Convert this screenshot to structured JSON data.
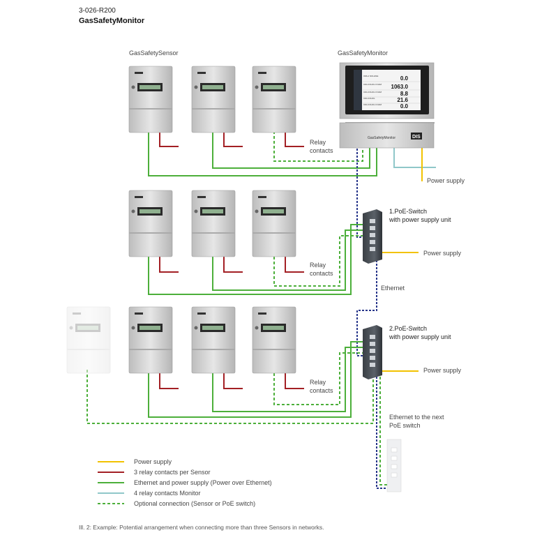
{
  "header": {
    "code": "3-026-R200",
    "title": "GasSafetyMonitor"
  },
  "labels": {
    "sensor_group": "GasSafetySensor",
    "monitor_group": "GasSafetyMonitor",
    "relay_line1": "Relay",
    "relay_line2": "contacts",
    "power_supply": "Power supply",
    "switch1_line1": "1.PoE-Switch",
    "switch1_line2": "with power supply unit",
    "switch2_line1": "2.PoE-Switch",
    "switch2_line2": "with power supply unit",
    "ethernet": "Ethernet",
    "next_switch_line1": "Ethernet to the next",
    "next_switch_line2": "PoE switch"
  },
  "monitor": {
    "front_label": "GasSafetyMonitor",
    "logo": "DIS",
    "readings": [
      {
        "row": "ORLA NOLHNE",
        "value": "0.0"
      },
      {
        "row": "CDLCOHOL FOAM",
        "value": "1063.0"
      },
      {
        "row": "CDLCOHOL FOAM",
        "value": "8.8"
      },
      {
        "row": "CDLCOHOL",
        "value": "21.6"
      },
      {
        "row": "CDLCOHOL FOAM",
        "value": "0.0"
      }
    ]
  },
  "legend": [
    {
      "label": "Power supply",
      "color": "#f2c200",
      "style": "solid"
    },
    {
      "label": "3 relay contacts per Sensor",
      "color": "#a31f24",
      "style": "solid"
    },
    {
      "label": "Ethernet and power supply (Power over Ethernet)",
      "color": "#4caf3a",
      "style": "solid"
    },
    {
      "label": "4 relay contacts Monitor",
      "color": "#8fc7c9",
      "style": "solid"
    },
    {
      "label": "Optional connection (Sensor or PoE switch)",
      "color": "#4caf3a",
      "style": "dashed"
    }
  ],
  "colors": {
    "power": "#f2c200",
    "relay": "#a31f24",
    "poe": "#4caf3a",
    "monitor_relay": "#8fc7c9",
    "ethernet": "#27358a"
  },
  "caption": "Ill. 2: Example: Potential arrangement when connecting more than three Sensors in networks."
}
